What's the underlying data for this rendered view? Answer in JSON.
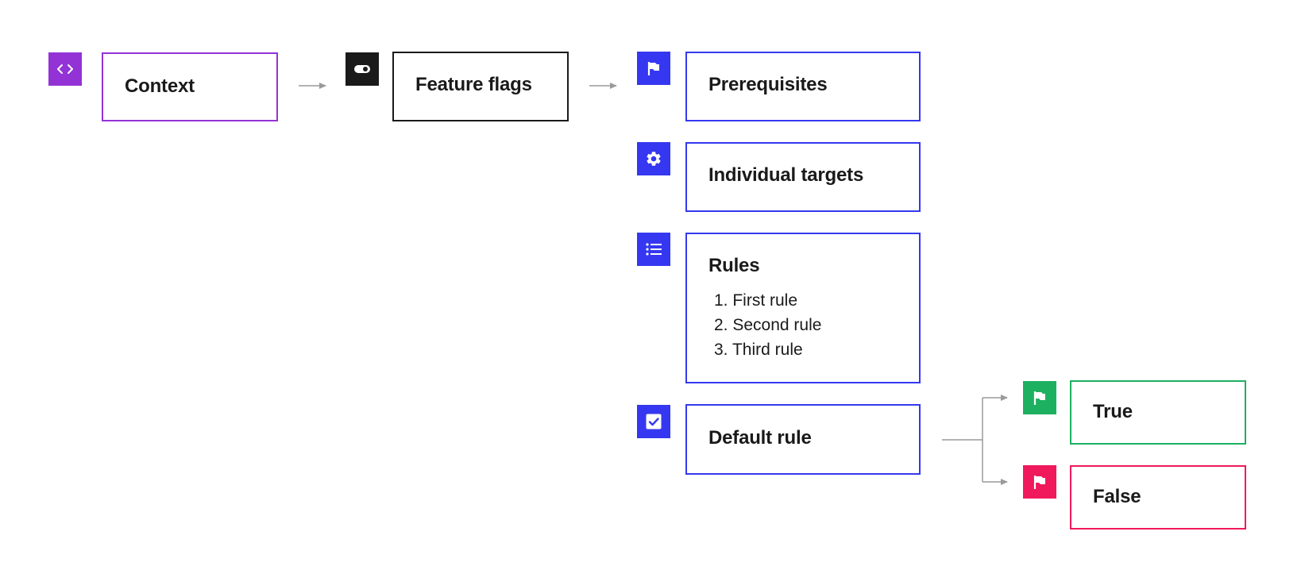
{
  "colors": {
    "context": "#9333d6",
    "feature_flags": "#1a1a1a",
    "evaluation": "#3538f0",
    "true": "#1db061",
    "false": "#f0195c",
    "connector": "#9a9a9a"
  },
  "nodes": {
    "context": {
      "label": "Context",
      "icon": "code-brackets-icon"
    },
    "feature_flags": {
      "label": "Feature flags",
      "icon": "toggle-icon"
    },
    "prerequisites": {
      "label": "Prerequisites",
      "icon": "flag-icon"
    },
    "individual_targets": {
      "label": "Individual targets",
      "icon": "gear-icon"
    },
    "rules": {
      "label": "Rules",
      "icon": "list-icon",
      "items": [
        "1. First rule",
        "2. Second rule",
        "3. Third rule"
      ]
    },
    "default_rule": {
      "label": "Default rule",
      "icon": "checkbox-icon"
    },
    "true": {
      "label": "True",
      "icon": "flag-icon"
    },
    "false": {
      "label": "False",
      "icon": "flag-icon"
    }
  }
}
